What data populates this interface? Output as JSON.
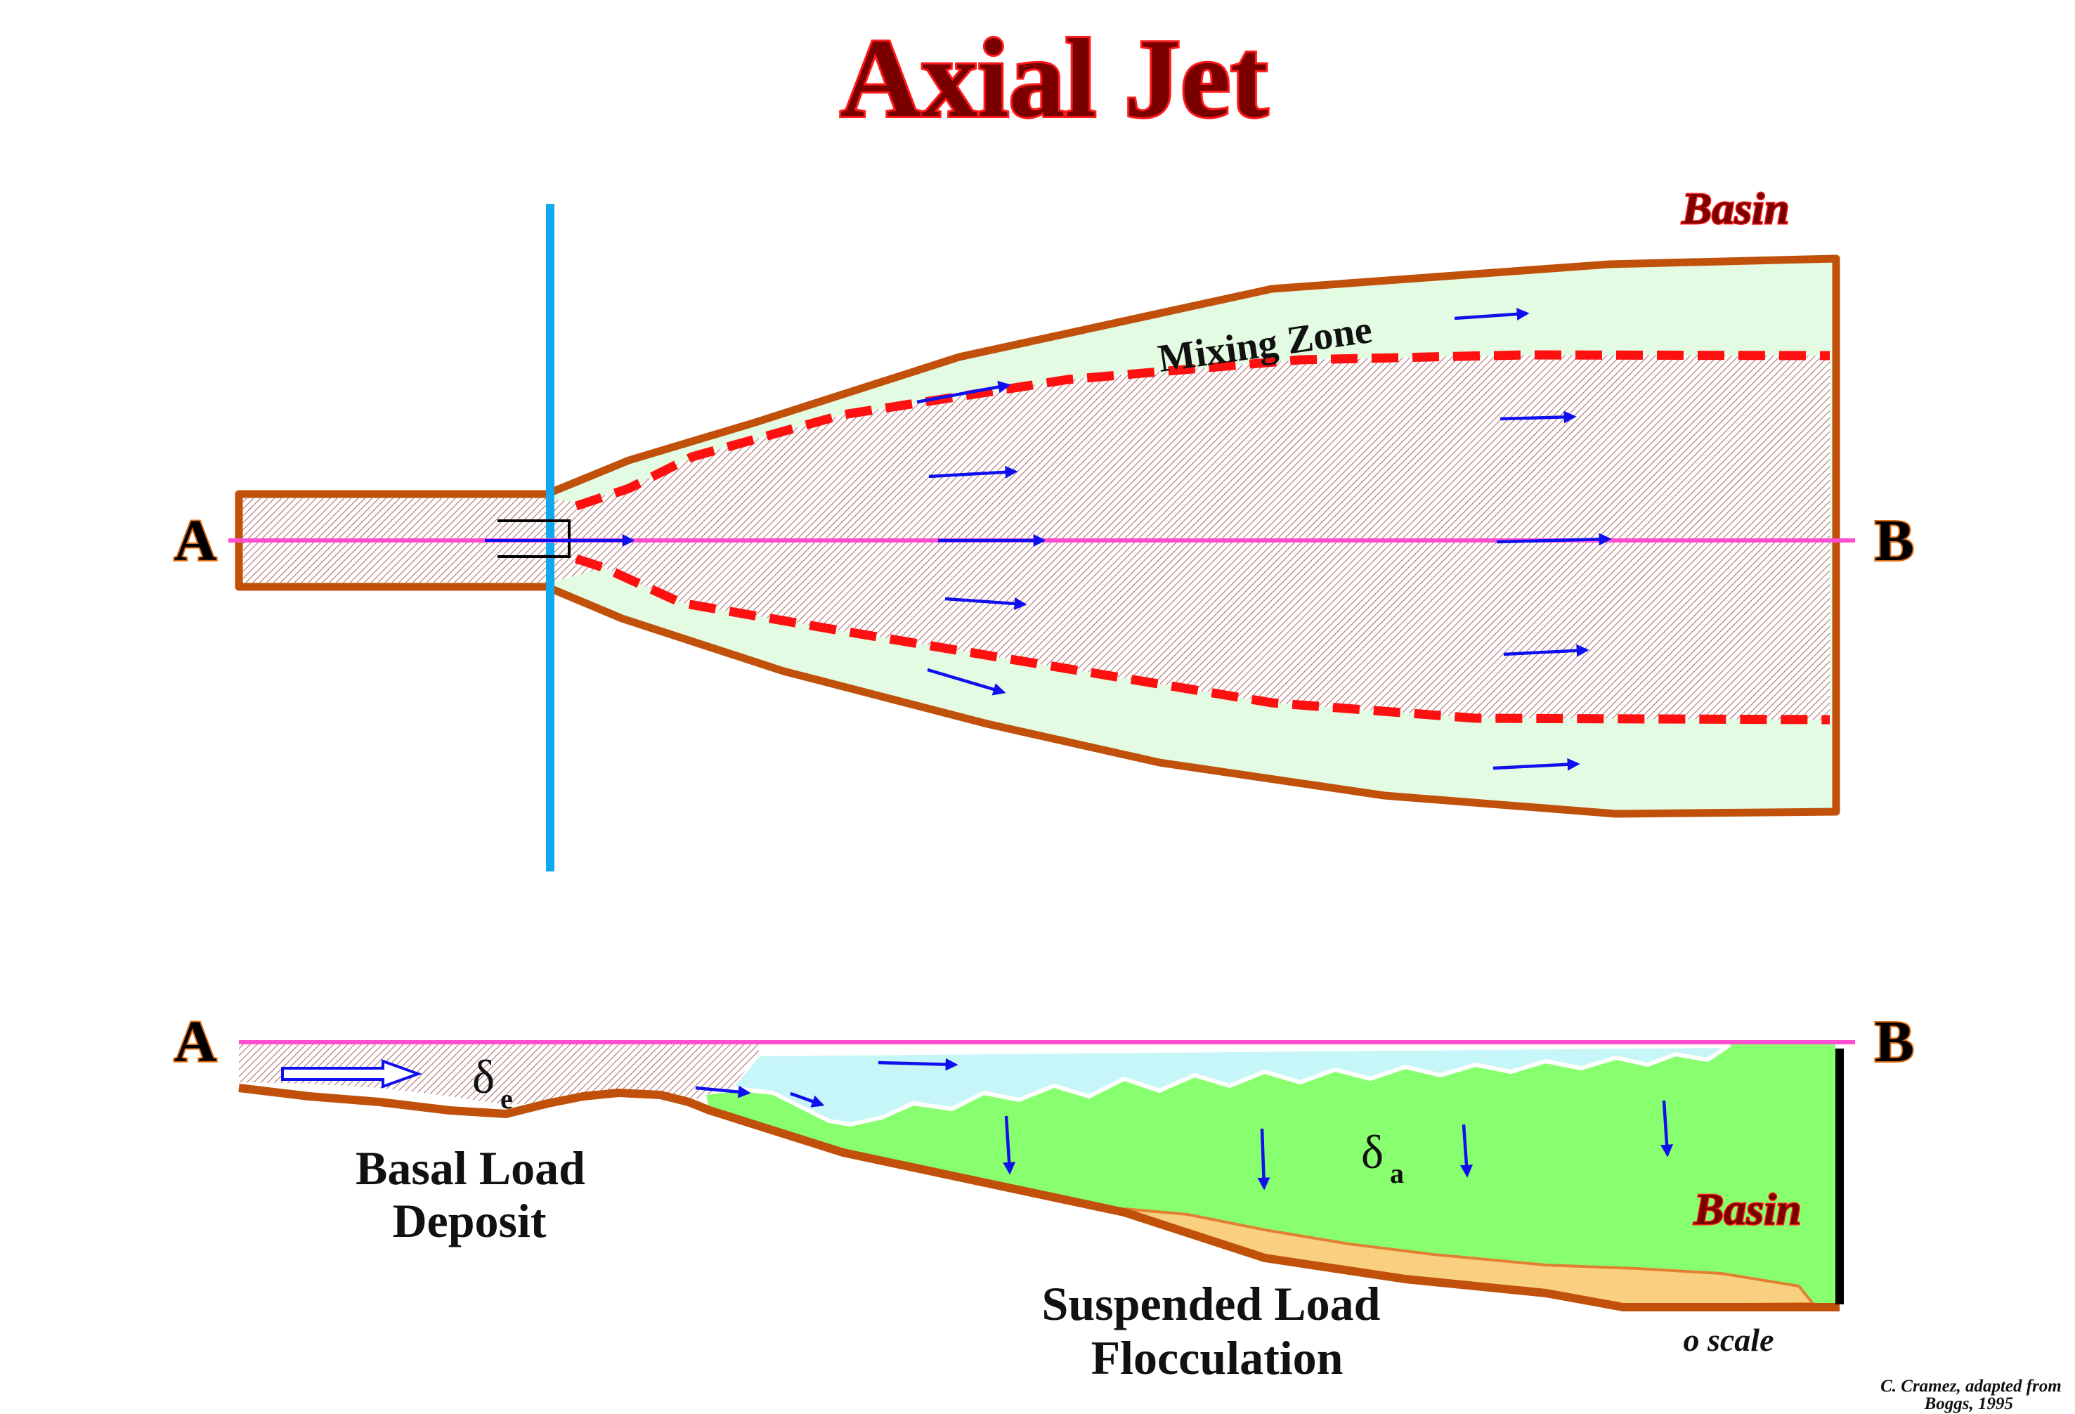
{
  "title": "Axial Jet",
  "plan_view": {
    "basin_label": "Basin",
    "mixing_zone_label": "Mixing Zone",
    "point_a": "A",
    "point_b": "B"
  },
  "section_view": {
    "point_a": "A",
    "point_b": "B",
    "delta_e": {
      "symbol": "δ",
      "subscript": "e"
    },
    "delta_a": {
      "symbol": "δ",
      "subscript": "a"
    },
    "basal_load_lines": [
      "Basal Load",
      "Deposit"
    ],
    "suspended_load_lines": [
      "Suspended Load",
      "Flocculation"
    ],
    "basin_label": "Basin",
    "scale_note": "o scale"
  },
  "credit_lines": [
    "C. Cramez, adapted from",
    "Boggs, 1995"
  ],
  "colors": {
    "outline": "#c0500a",
    "mixing_zone_fill": "#e2fbe2",
    "jet_hatch": "#b07070",
    "dashed_boundary": "#ff1010",
    "arrow": "#1010ee",
    "axis_line": "#ff4fd0",
    "shoreline": "#12a8ee",
    "basin_water": "#88ff6e",
    "turbid_surface": "#c6f6f8",
    "deposit": "#f8d080",
    "title_fill": "#7a0000",
    "title_outline": "#ff1a1a"
  }
}
